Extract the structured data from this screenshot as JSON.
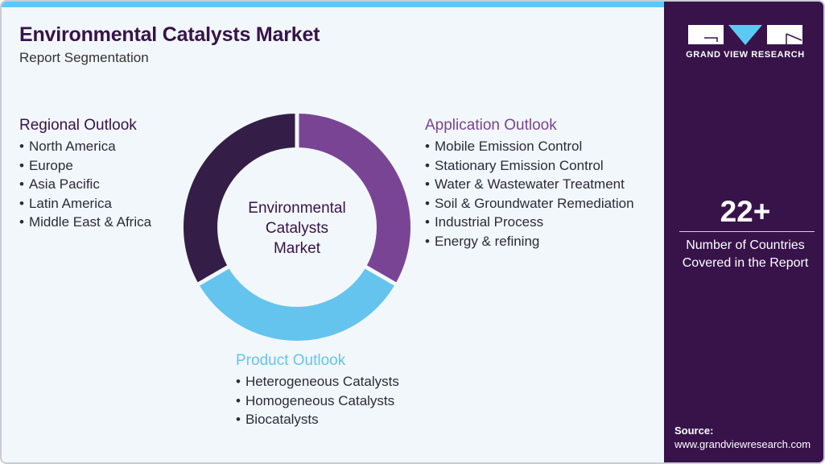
{
  "header": {
    "title": "Environmental Catalysts Market",
    "subtitle": "Report Segmentation"
  },
  "donut": {
    "center_label": [
      "Environmental",
      "Catalysts",
      "Market"
    ],
    "segments": [
      {
        "name": "Application Outlook",
        "color": "#7a4494",
        "start_deg": 0,
        "end_deg": 120
      },
      {
        "name": "Product Outlook",
        "color": "#64c4ee",
        "start_deg": 120,
        "end_deg": 240
      },
      {
        "name": "Regional Outlook",
        "color": "#341e48",
        "start_deg": 240,
        "end_deg": 360
      }
    ]
  },
  "segments": {
    "regional": {
      "title": "Regional Outlook",
      "items": [
        "North America",
        "Europe",
        "Asia Pacific",
        "Latin America",
        "Middle East & Africa"
      ]
    },
    "application": {
      "title": "Application Outlook",
      "items": [
        "Mobile Emission Control",
        "Stationary Emission Control",
        "Water & Wastewater Treatment",
        "Soil & Groundwater Remediation",
        "Industrial Process",
        "Energy & refining"
      ]
    },
    "product": {
      "title": "Product Outlook",
      "items": [
        "Heterogeneous Catalysts",
        "Homogeneous Catalysts",
        "Biocatalysts"
      ]
    }
  },
  "sidebar": {
    "logo_text": "GRAND VIEW RESEARCH",
    "stat_value": "22+",
    "stat_label_line1": "Number of Countries",
    "stat_label_line2": "Covered in the Report",
    "source_label": "Source:",
    "source_url": "www.grandviewresearch.com"
  },
  "colors": {
    "brand_dark": "#37134a",
    "accent_purple": "#7a4494",
    "accent_blue": "#64c4ee",
    "background": "#f2f7fb"
  }
}
